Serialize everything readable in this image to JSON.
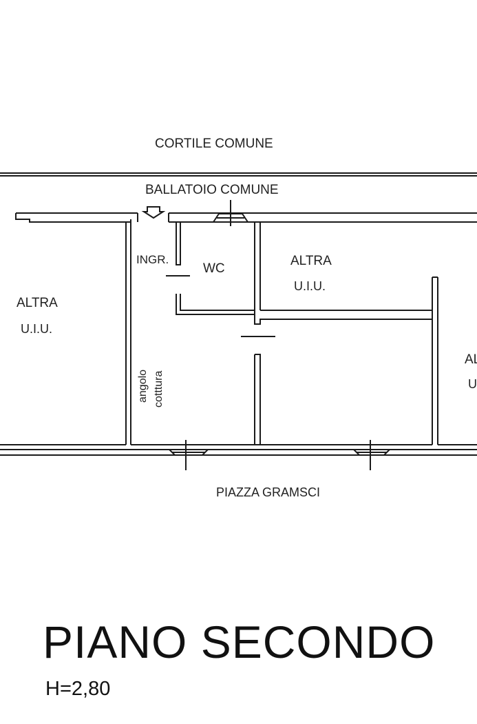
{
  "plan": {
    "labels": {
      "courtyard": "CORTILE COMUNE",
      "gallery": "BALLATOIO COMUNE",
      "entrance": "INGR.",
      "wc": "WC",
      "kitchenette_line1": "angolo",
      "kitchenette_line2": "cotttura",
      "square": "PIAZZA GRAMSCI",
      "left_unit_line1": "ALTRA",
      "left_unit_line2": "U.I.U.",
      "top_unit_line1": "ALTRA",
      "top_unit_line2": "U.I.U.",
      "right_unit_line1": "AL",
      "right_unit_line2": "U"
    },
    "title": "PIANO SECONDO",
    "height": "H=2,80"
  },
  "colors": {
    "line": "#1a1a1a",
    "background": "#ffffff"
  }
}
